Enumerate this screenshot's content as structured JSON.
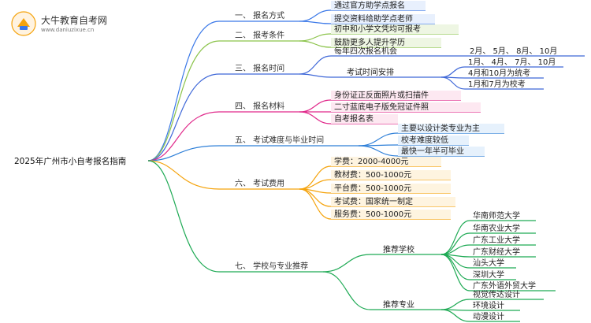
{
  "brand": {
    "name": "大牛教育自考网",
    "url": "www.daniuzixue.cn"
  },
  "colors": {
    "b1": "#3a78e8",
    "b2": "#8bc34a",
    "b3": "#3f68d8",
    "b4": "#e0288a",
    "b5": "#2d7fd8",
    "b6": "#f5a30c",
    "b7": "#1faa55",
    "b8": "#1faa55"
  },
  "root": "2025年广州市小自考报名指南",
  "branches": [
    {
      "title": "一、 报名方式",
      "items": [
        "通过官方助学点报名",
        "提交资料给助学点老师"
      ]
    },
    {
      "title": "二、 报考条件",
      "items": [
        "初中和小学文凭均可报考",
        "鼓励更多人提升学历"
      ]
    },
    {
      "title": "三、 报名时间",
      "a": "每年四次报名机会",
      "a_detail": "2月、 5月、 8月、 10月",
      "b": "考试时间安排",
      "b_items": [
        "1月、 4月、 7月、 10月",
        "4月和10月为统考",
        "1月和7月为校考"
      ]
    },
    {
      "title": "四、 报名材料",
      "items": [
        "身份证正反面照片或扫描件",
        "二寸蓝底电子版免冠证件照",
        "自考报名表"
      ]
    },
    {
      "title": "五、 考试难度与毕业时间",
      "items": [
        "主要以设计类专业为主",
        "校考难度较低",
        "最快一年半可毕业"
      ]
    },
    {
      "title": "六、 考试费用",
      "items": [
        "学费：2000-4000元",
        "教材费：500-1000元",
        "平台费：500-1000元",
        "考试费：国家统一制定",
        "服务费：500-1000元"
      ]
    },
    {
      "title": "七、 学校与专业推荐",
      "schools_title": "推荐学校",
      "schools": [
        "华南师范大学",
        "华南农业大学",
        "广东工业大学",
        "广东财经大学",
        "汕头大学",
        "深圳大学",
        "广东外语外贸大学"
      ],
      "majors_title": "推荐专业",
      "majors": [
        "视觉传达设计",
        "环境设计",
        "动漫设计"
      ]
    }
  ]
}
